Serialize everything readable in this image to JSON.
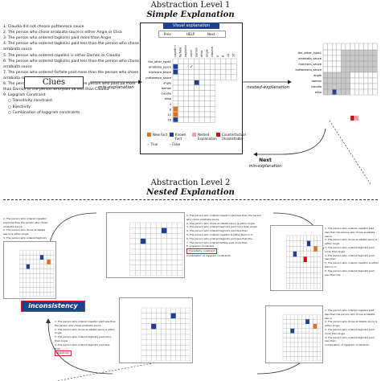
{
  "level1": {
    "title": "Abstraction Level 1",
    "subtitle": "Simple Explanation",
    "visual_label": "Visual explanation",
    "toolbar": [
      "Prev",
      "HELP",
      "Next"
    ],
    "clues_label": "Clues",
    "min_explanation": "min-explanation",
    "nested_explanation": "nested-explanation",
    "next_label": "Next",
    "next_sub": "min-explanation",
    "clues": [
      "1. Claudia did not choose puttanesca sauce",
      "2. The person who chose arrabiata sauce is either Angie or Elisa",
      "3. The person who ordered tagliolini paid more than Angie",
      "4. The person who ordered tagliolini paid less than the person who chose arrabiata sauce",
      "5. The person who ordered capellini is either Damon or Claudia",
      "6. The person who ordered tagliolini paid less than the person who chose arrabiata sauce",
      "7. The person who ordered farfalle paid more than the person who chose arrabiata sauce",
      "8. The person who ordered rotini is either the person who paid $8 more than Damon or the person who paid $8 less than Claudia",
      "9. Logigram Constraint"
    ],
    "constraints": [
      "Transitivity constraint",
      "Bijectivity",
      "Combination of logigram constraints"
    ],
    "row_labels": [
      "the_other_type1",
      "arrabiata_sauce",
      "marinara_sauce",
      "puttanesca_sauce",
      "angie",
      "damon",
      "claudia",
      "elisa",
      "4",
      "8",
      "12",
      "16"
    ],
    "col_labels": [
      "capellini",
      "farfalle",
      "tagliolini",
      "rotini",
      "damon",
      "elisa",
      "angie",
      "claudia",
      "4",
      "8",
      "12",
      "16"
    ],
    "legend": [
      {
        "label": "New Fact",
        "color": "#e07020"
      },
      {
        "label": "Known Fact",
        "color": "#1f3f8f"
      },
      {
        "label": "Nested Explanation",
        "color": "#f0a0a0"
      },
      {
        "label": "Counterfactual Unsatisfiable",
        "color": "#d01010"
      }
    ],
    "truth": [
      {
        "symbol": "✓",
        "label": "True"
      },
      {
        "symbol": "–",
        "label": "False"
      }
    ],
    "right_row_labels": [
      "the_other_type1",
      "arrabiata_sauce",
      "marinara_sauce",
      "puttanesca_sauce",
      "angie",
      "damon",
      "claudia",
      "elisa"
    ]
  },
  "level2": {
    "title": "Abstraction Level 2",
    "subtitle": "Nested Explanation",
    "inconsistency": "inconsistency",
    "mini_lines": [
      "1. The person who ordered capellini paid less than the person who chose arrabiata sauce",
      "2. The person who chose arrabiata sauce is either Angie",
      "3. The person who ordered tagliolini paid more than Angie",
      "4. The person who ordered tagliolini paid less than",
      "5. The person who ordered capellini is either Damon or",
      "6. The person who ordered tagliolini paid less than the",
      "7. The person who ordered farfalle paid more than",
      "8. Logigram Constraint"
    ],
    "mini_red": [
      "Transitivity constraint",
      "Bijectivity"
    ],
    "mini_footer": "Combination of logigram constraints"
  },
  "colors": {
    "orange": "#e07020",
    "navy": "#1f3f8f",
    "pink": "#f0a0a0",
    "red": "#d01010",
    "grey": "#c8c8c8"
  }
}
